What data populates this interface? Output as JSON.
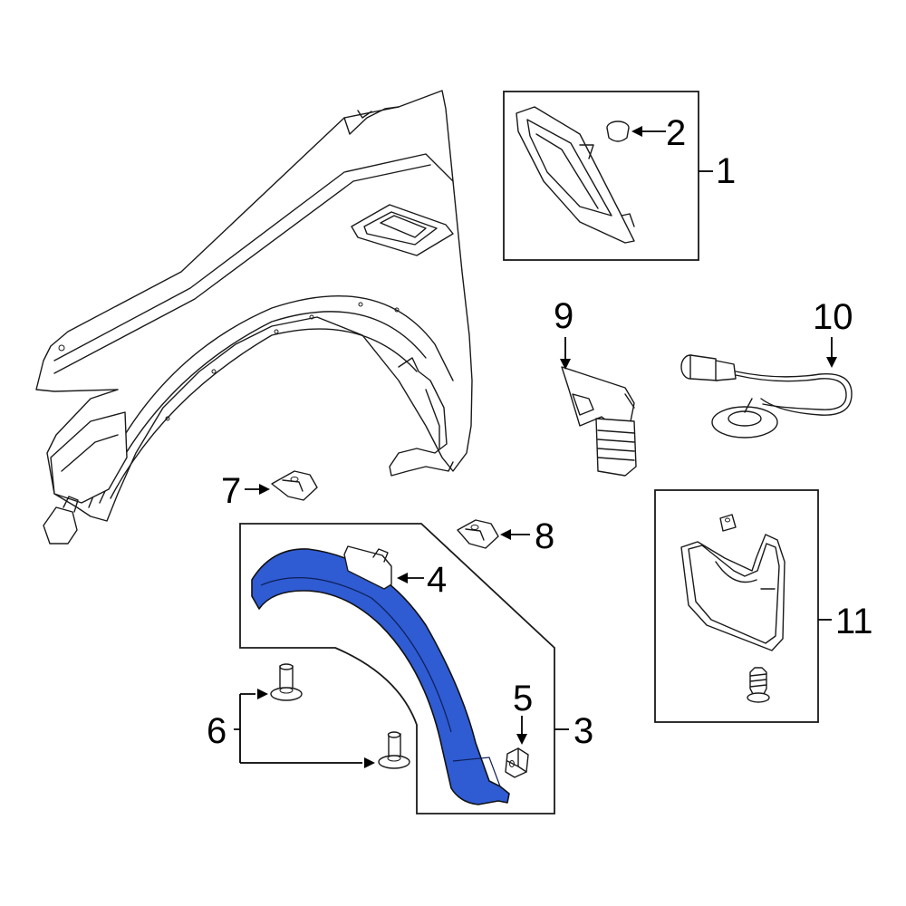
{
  "highlight_color": "#2f5bd3",
  "callouts": {
    "c1": "1",
    "c2": "2",
    "c3": "3",
    "c4": "4",
    "c5": "5",
    "c6": "6",
    "c7": "7",
    "c8": "8",
    "c9": "9",
    "c10": "10",
    "c11": "11"
  }
}
